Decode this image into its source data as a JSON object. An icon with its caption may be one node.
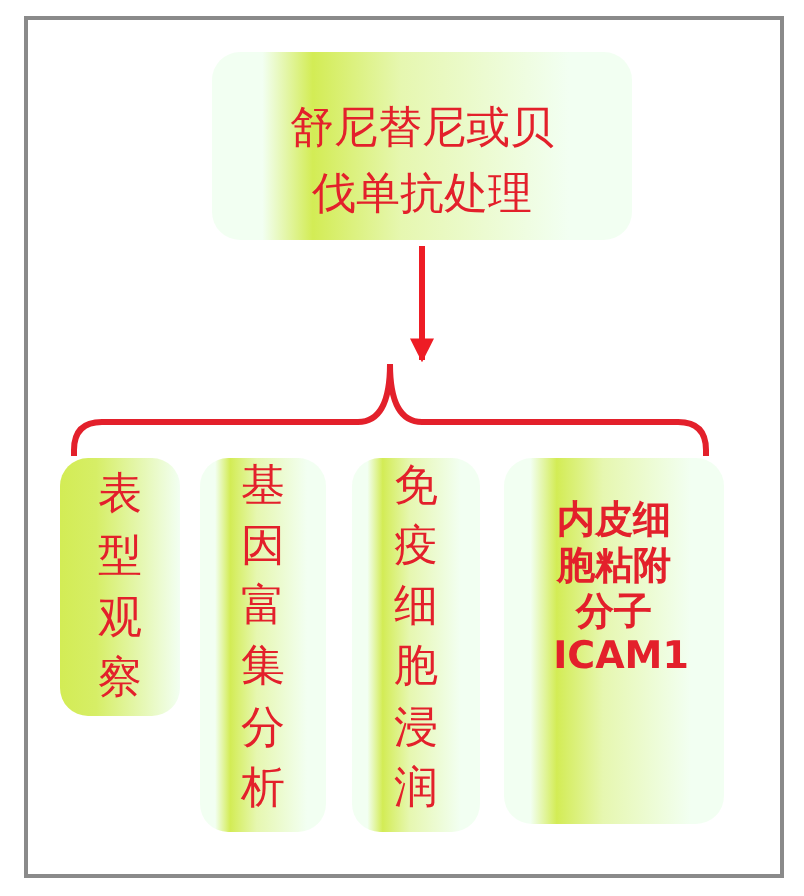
{
  "diagram": {
    "nodes": [
      {
        "text": [
          "舒尼替尼或贝伐单抗处理"
        ]
      },
      {
        "text": [],
        "shape": "bracket"
      },
      {
        "text": [
          "表型观察"
        ]
      },
      {
        "text": [
          "基因富集分析"
        ]
      },
      {
        "text": [
          "免疫细胞浸润"
        ]
      },
      {
        "text": [
          "内皮细胞粘附分子ICAM1"
        ]
      }
    ],
    "edges": [
      {
        "from": 0,
        "to": 1,
        "arrow": "to"
      }
    ]
  }
}
